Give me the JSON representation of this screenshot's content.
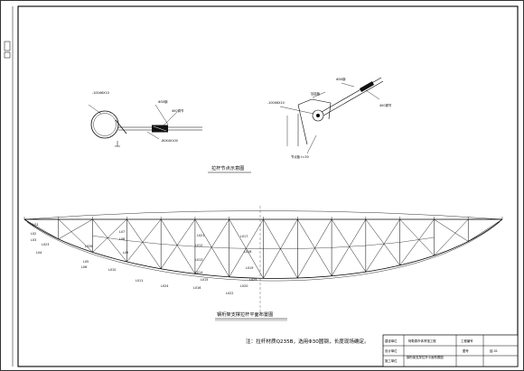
{
  "drawing": {
    "detail_caption": "拉杆节点示意图",
    "elevation_caption": "钢桁架支撑拉杆平面布置图",
    "note": "注：拉杆材质Q235B，选用Φ30圆钢，长度现场确定。"
  },
  "detail_left": {
    "callouts": [
      "-100X6X10",
      "400调节",
      "Φ30钢",
      "-80X4X100"
    ]
  },
  "detail_right": {
    "callouts": [
      "加劲板",
      "Φ30钢",
      "-100X6X10",
      "400调节",
      "节点板 t=30"
    ]
  },
  "elevation": {
    "member_labels": [
      "L021",
      "LG1",
      "L02",
      "L03",
      "L04",
      "L05",
      "L06",
      "L07",
      "L08",
      "L09",
      "L010",
      "L011",
      "L012",
      "L013",
      "L014",
      "L015",
      "L016",
      "L017",
      "L018",
      "L019",
      "L020",
      "L022",
      "L023",
      "L024",
      "L025",
      "L026"
    ]
  },
  "title_block": {
    "project": "阿勒泰市体育馆工程",
    "drawing_name": "钢桁架支撑拉杆平面布置图",
    "row_labels": [
      "建设单位",
      "设计单位",
      "施工单位"
    ],
    "field_labels": [
      "工程编号",
      "图号"
    ],
    "field_values": [
      "",
      "结-01"
    ]
  }
}
